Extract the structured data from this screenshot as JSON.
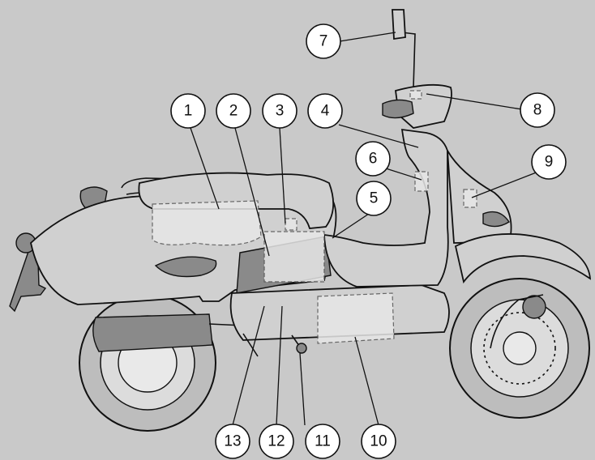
{
  "figure": {
    "background": "#c9c9c9",
    "subject": "scooter-side-view",
    "callouts": [
      {
        "id": "c1",
        "label": "1"
      },
      {
        "id": "c2",
        "label": "2"
      },
      {
        "id": "c3",
        "label": "3"
      },
      {
        "id": "c4",
        "label": "4"
      },
      {
        "id": "c5",
        "label": "5"
      },
      {
        "id": "c6",
        "label": "6"
      },
      {
        "id": "c7",
        "label": "7"
      },
      {
        "id": "c8",
        "label": "8"
      },
      {
        "id": "c9",
        "label": "9"
      },
      {
        "id": "c10",
        "label": "10"
      },
      {
        "id": "c11",
        "label": "11"
      },
      {
        "id": "c12",
        "label": "12"
      },
      {
        "id": "c13",
        "label": "13"
      }
    ]
  }
}
